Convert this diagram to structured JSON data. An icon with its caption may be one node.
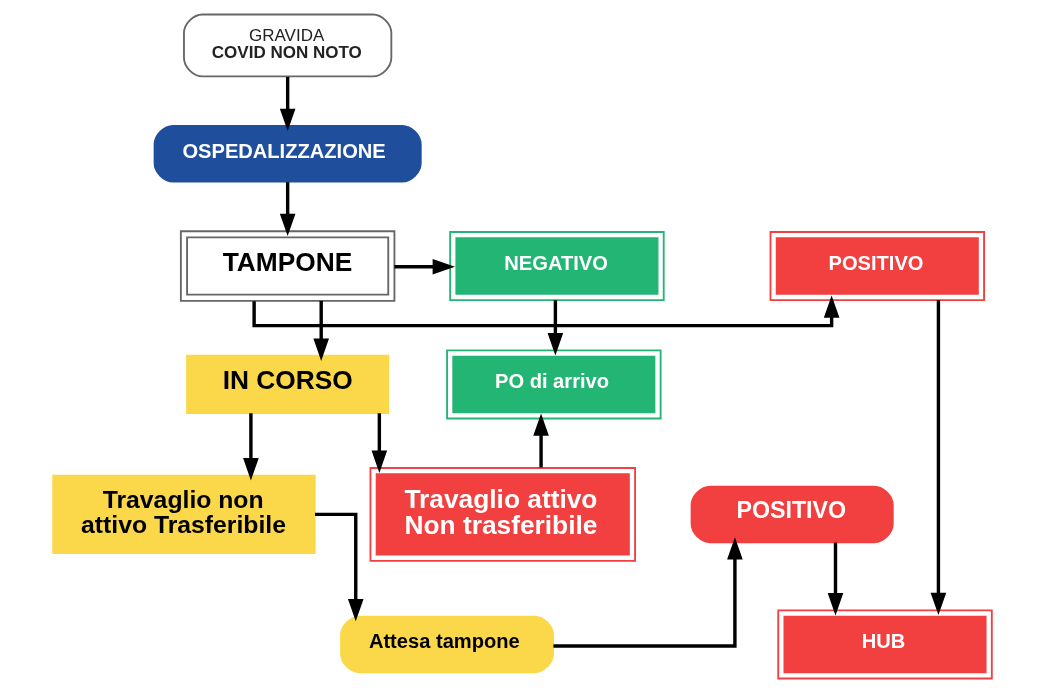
{
  "diagram": {
    "nodes": [
      {
        "text": [
          "GRAVIDA",
          "COVID NON NOTO"
        ]
      },
      {
        "text": [
          "OSPEDALIZZAZIONE"
        ]
      },
      {
        "text": [
          "TAMPONE"
        ]
      },
      {
        "text": [
          "NEGATIVO"
        ]
      },
      {
        "text": [
          "POSITIVO"
        ]
      },
      {
        "text": [
          "PO di arrivo"
        ]
      },
      {
        "text": [
          "IN CORSO"
        ]
      },
      {
        "text": [
          "HUB"
        ]
      },
      {
        "text": [
          "Travaglio attivo Non trasferibile"
        ]
      },
      {
        "text": [
          "Travaglio non attivo Trasferibile"
        ]
      },
      {
        "text": [
          "POSITIVO"
        ]
      },
      {
        "text": [
          "Attesa tampone"
        ]
      }
    ],
    "edges": [
      {
        "from": 0,
        "to": 1,
        "arrow": "to"
      },
      {
        "from": 1,
        "to": 2,
        "arrow": "to"
      },
      {
        "from": 2,
        "to": 3,
        "arrow": "to"
      },
      {
        "from": 2,
        "to": 4,
        "arrow": "to"
      },
      {
        "from": 2,
        "to": 6,
        "arrow": "to"
      },
      {
        "from": 3,
        "to": 5,
        "arrow": "to"
      },
      {
        "from": 4,
        "to": 7,
        "arrow": "to"
      },
      {
        "from": 6,
        "to": 8,
        "arrow": "to"
      },
      {
        "from": 6,
        "to": 9,
        "arrow": "to"
      },
      {
        "from": 8,
        "to": 5,
        "arrow": "to"
      },
      {
        "from": 9,
        "to": 11,
        "arrow": "to"
      },
      {
        "from": 11,
        "to": 10,
        "arrow": "to"
      },
      {
        "from": 10,
        "to": 7,
        "arrow": "to"
      }
    ]
  }
}
